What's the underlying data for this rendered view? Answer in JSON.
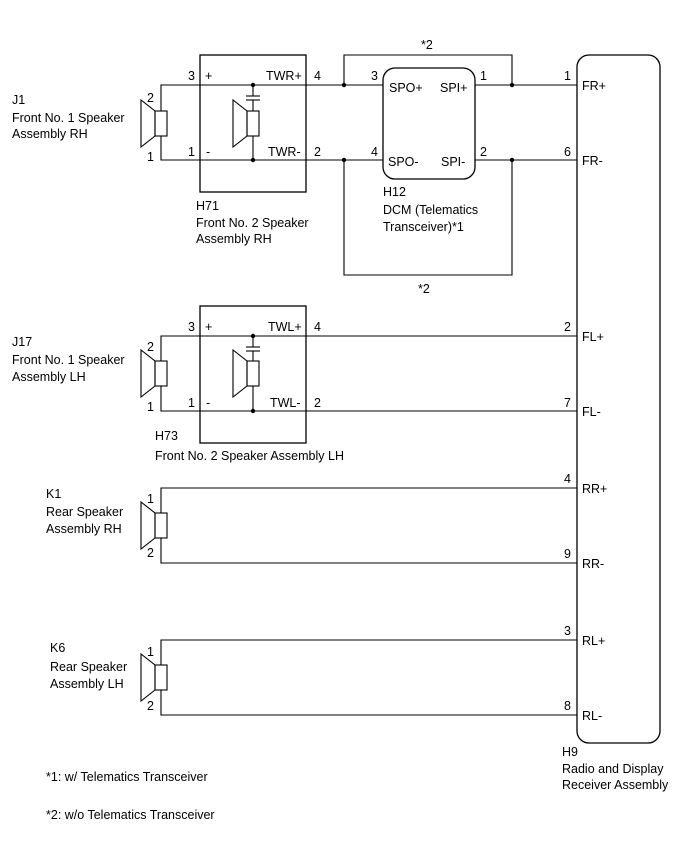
{
  "diagram": {
    "j1": {
      "id": "J1",
      "name_line1": "Front No. 1 Speaker",
      "name_line2": "Assembly RH",
      "pin_a": "2",
      "pin_b": "1"
    },
    "h71": {
      "id": "H71",
      "name_line1": "Front No. 2 Speaker",
      "name_line2": "Assembly RH",
      "pin_plus": "3",
      "pin_minus": "1",
      "sign_plus": "+",
      "sign_minus": "-",
      "label_plus": "TWR+",
      "label_minus": "TWR-",
      "out_plus": "4",
      "out_minus": "2"
    },
    "h12": {
      "id": "H12",
      "name_line1": "DCM (Telematics",
      "name_line2": "Transceiver)*1",
      "spo_plus": "SPO+",
      "spo_minus": "SPO-",
      "spi_plus": "SPI+",
      "spi_minus": "SPI-",
      "pin_spo_plus": "3",
      "pin_spo_minus": "4",
      "pin_spi_plus": "1",
      "pin_spi_minus": "2"
    },
    "bypass_note": "*2",
    "j17": {
      "id": "J17",
      "name_line1": "Front No. 1 Speaker",
      "name_line2": "Assembly LH",
      "pin_a": "2",
      "pin_b": "1"
    },
    "h73": {
      "id": "H73",
      "name": "Front No. 2 Speaker Assembly LH",
      "pin_plus": "3",
      "pin_minus": "1",
      "sign_plus": "+",
      "sign_minus": "-",
      "label_plus": "TWL+",
      "label_minus": "TWL-",
      "out_plus": "4",
      "out_minus": "2"
    },
    "k1": {
      "id": "K1",
      "name_line1": "Rear Speaker",
      "name_line2": "Assembly RH",
      "pin_a": "1",
      "pin_b": "2"
    },
    "k6": {
      "id": "K6",
      "name_line1": "Rear Speaker",
      "name_line2": "Assembly LH",
      "pin_a": "1",
      "pin_b": "2"
    },
    "h9": {
      "id": "H9",
      "name_line1": "Radio and Display",
      "name_line2": "Receiver Assembly",
      "pins": [
        {
          "num": "1",
          "label": "FR+"
        },
        {
          "num": "6",
          "label": "FR-"
        },
        {
          "num": "2",
          "label": "FL+"
        },
        {
          "num": "7",
          "label": "FL-"
        },
        {
          "num": "4",
          "label": "RR+"
        },
        {
          "num": "9",
          "label": "RR-"
        },
        {
          "num": "3",
          "label": "RL+"
        },
        {
          "num": "8",
          "label": "RL-"
        }
      ]
    },
    "notes": [
      "*1: w/ Telematics Transceiver",
      "*2: w/o Telematics Transceiver"
    ]
  }
}
